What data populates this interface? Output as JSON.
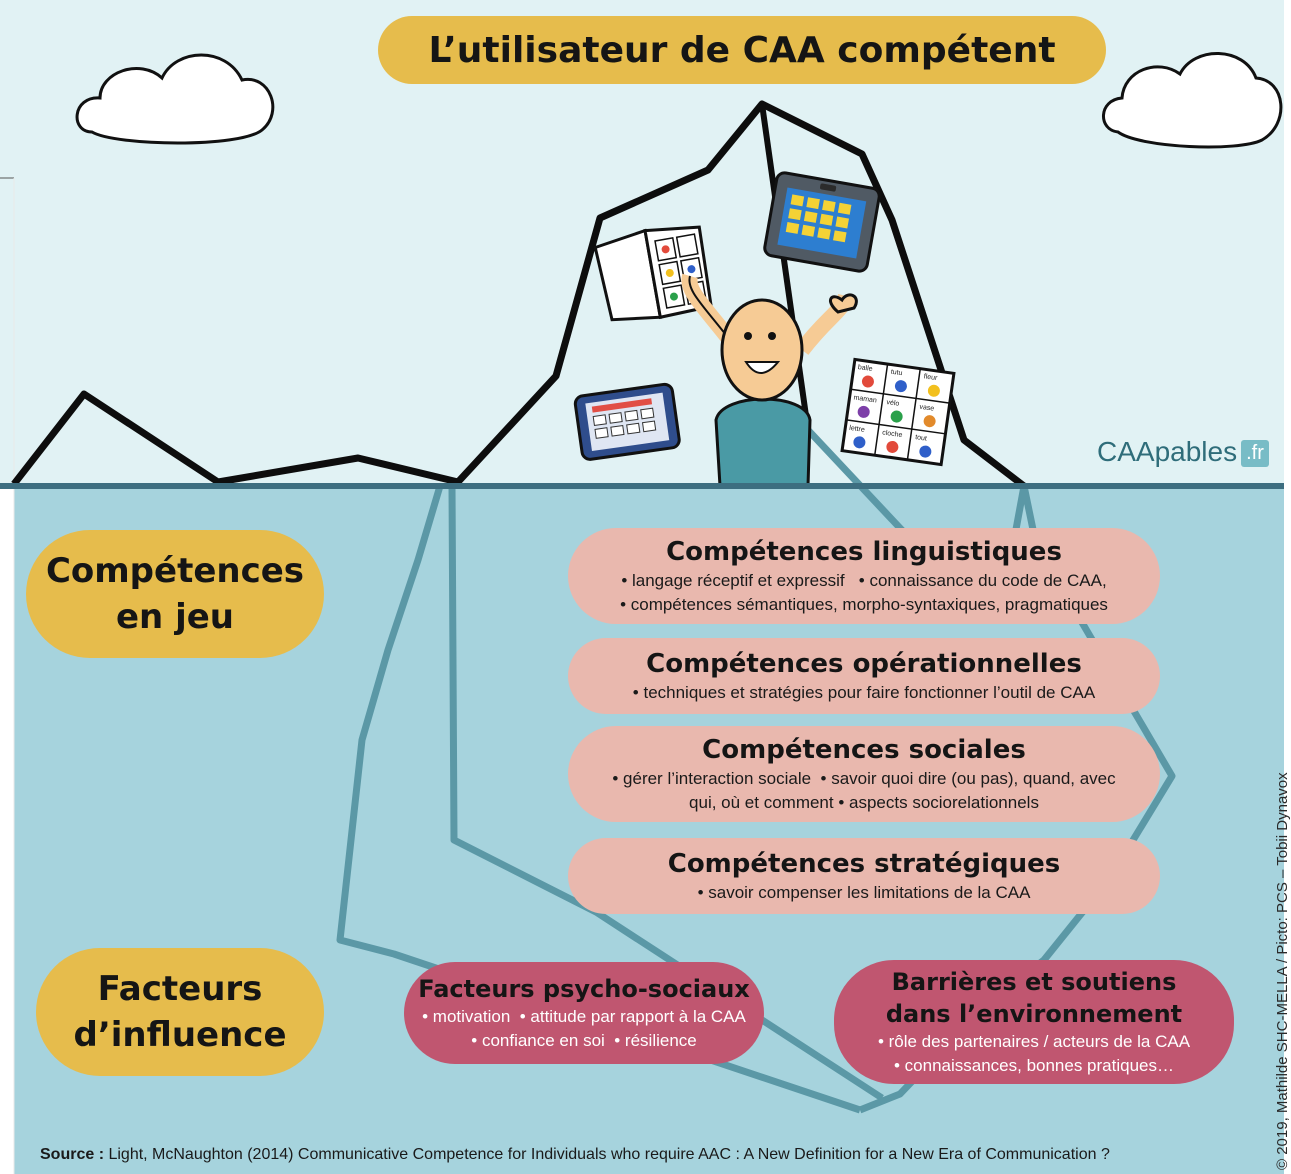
{
  "title": "L’utilisateur de CAA compétent",
  "brand": {
    "name": "CAApables",
    "tld": ".fr"
  },
  "sections": {
    "competences": [
      "Compétences",
      "en jeu"
    ],
    "facteurs": [
      "Facteurs",
      "d’influence"
    ]
  },
  "competences": [
    {
      "title": "Compétences linguistiques",
      "lines": [
        "• langage réceptif et expressif   • connaissance du code de CAA,",
        "• compétences sémantiques, morpho-syntaxiques, pragmatiques"
      ]
    },
    {
      "title": "Compétences opérationnelles",
      "lines": [
        "• techniques et stratégies pour faire fonctionner l’outil de CAA"
      ]
    },
    {
      "title": "Compétences sociales",
      "lines": [
        "• gérer l’interaction sociale  • savoir quoi dire (ou pas), quand, avec",
        "qui, où et comment • aspects sociorelationnels"
      ]
    },
    {
      "title": "Compétences stratégiques",
      "lines": [
        "• savoir compenser les limitations de la CAA"
      ]
    }
  ],
  "facteurs": [
    {
      "title_lines": [
        "Facteurs psycho-sociaux"
      ],
      "lines": [
        "• motivation  • attitude par rapport à la CAA",
        "• confiance en soi  • résilience"
      ]
    },
    {
      "title_lines": [
        "Barrières et soutiens",
        "dans l’environnement"
      ],
      "lines": [
        "• rôle des partenaires / acteurs de la CAA",
        "• connaissances, bonnes pratiques…"
      ]
    }
  ],
  "source": {
    "label": "Source :",
    "text": " Light, McNaughton (2014) Communicative Competence for Individuals who require AAC : A New Definition for a New Era of Communication ?"
  },
  "copyright": "© 2019, Mathilde SHC-MELLA / Picto: PCS – Tobii Dynavox",
  "book_words": [
    "balle",
    "tutu",
    "fleur",
    "maman",
    "vélo",
    "vase",
    "lettre",
    "cloche",
    "tout"
  ],
  "colors": {
    "sky": "#e1f2f4",
    "water": "#a6d3dd",
    "waterline": "#3d6e80",
    "gold": "#e6bc4c",
    "pink": "#e9b8ae",
    "rose": "#c05670",
    "iceberg_underwater": "#5b98a6",
    "brand": "#2f6d7a"
  }
}
